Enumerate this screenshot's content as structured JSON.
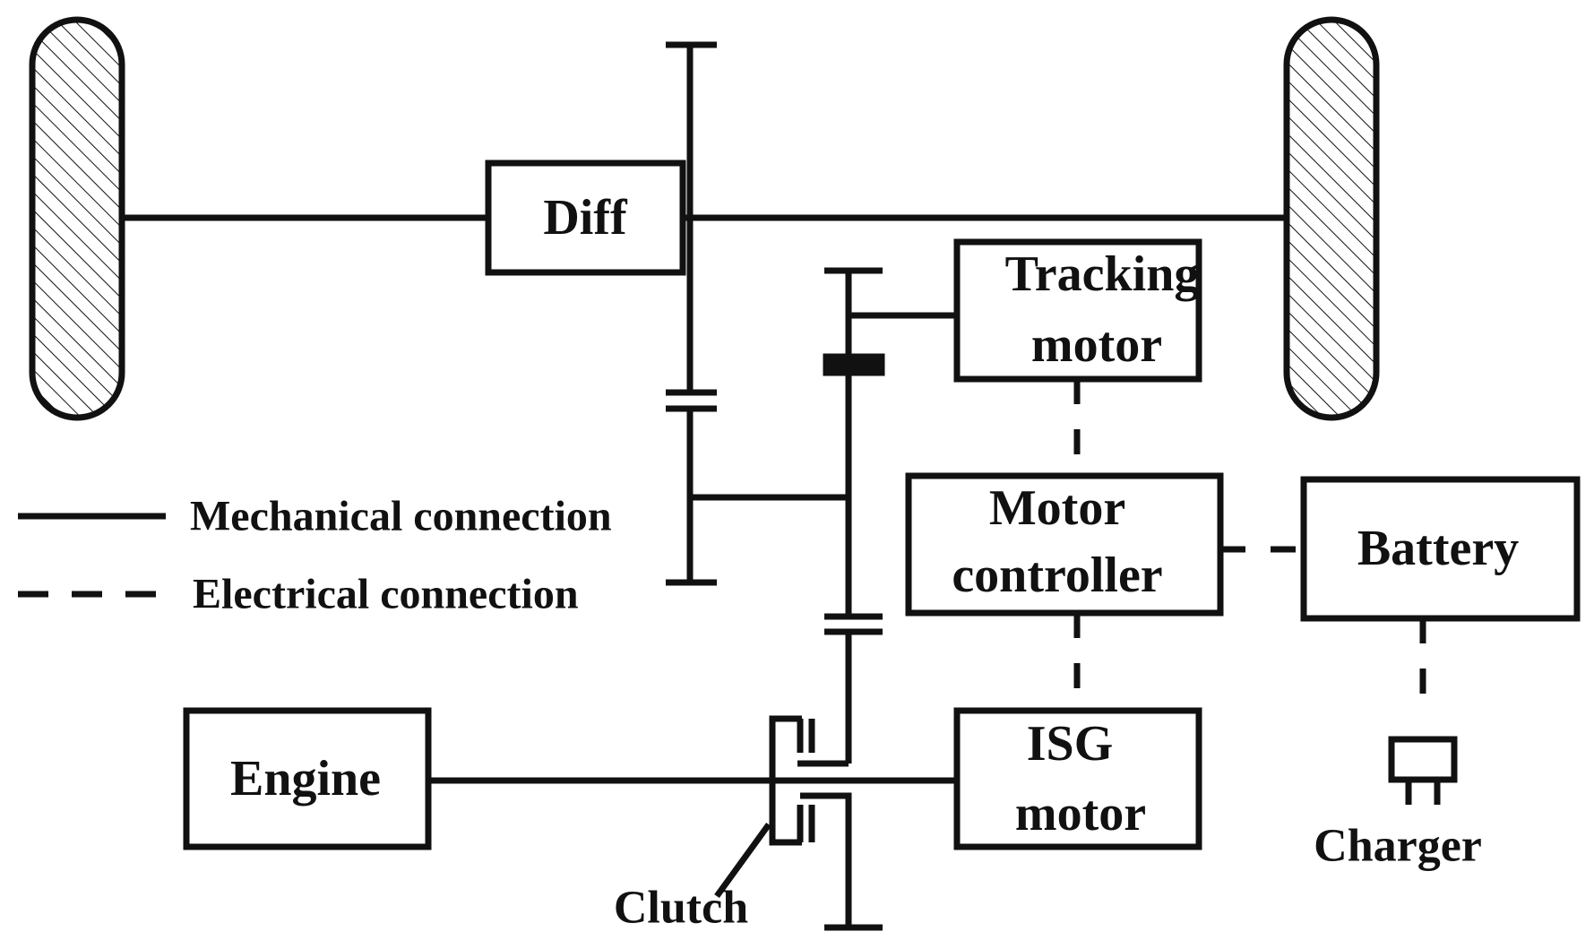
{
  "diagram": {
    "components": {
      "diff": "Diff",
      "tracking_motor": [
        "Tracking",
        "motor"
      ],
      "motor_controller": [
        "Motor",
        "controller"
      ],
      "battery": "Battery",
      "engine": "Engine",
      "isg_motor": [
        "ISG",
        "motor"
      ],
      "charger": "Charger",
      "clutch": "Clutch"
    },
    "legend": {
      "mechanical": "Mechanical connection",
      "electrical": "Electrical connection"
    },
    "colors": {
      "line": "#111111",
      "background": "#ffffff"
    }
  }
}
